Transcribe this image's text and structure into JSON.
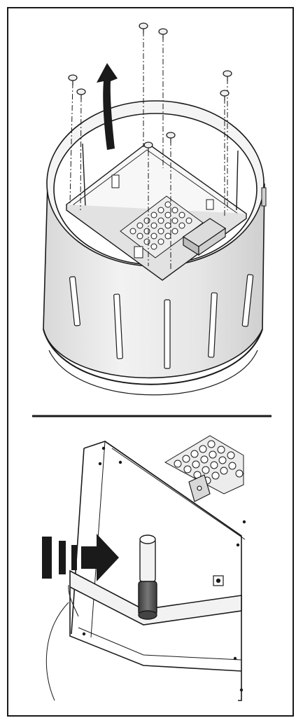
{
  "figure": {
    "panels": [
      {
        "name": "top",
        "content": "cylindrical-housing-removal"
      },
      {
        "name": "bottom",
        "content": "plug-insertion-detail"
      }
    ],
    "icons": [
      "screw-icon",
      "lift-arrow-icon",
      "push-arrow-icon",
      "plug-icon"
    ],
    "colors": {
      "line": "#1a1a1a",
      "shell": "#eeeeee",
      "shade": "#c8c8c8",
      "plug": "#555555"
    }
  }
}
